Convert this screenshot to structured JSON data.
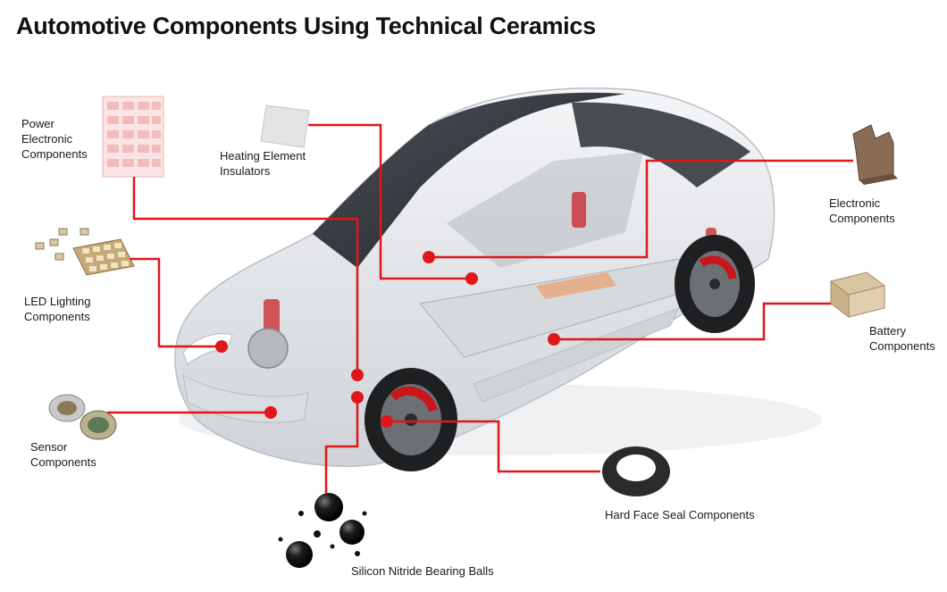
{
  "title": "Automotive Components Using Technical Ceramics",
  "colors": {
    "callout_line": "#e0161b",
    "car_body": "#e9ebee",
    "brake_caliper": "#c8151b",
    "glass": "#2e3338"
  },
  "components": [
    {
      "id": "power",
      "label": "Power\nElectronic\nComponents"
    },
    {
      "id": "heating",
      "label": "Heating Element\nInsulators"
    },
    {
      "id": "electronic",
      "label": "Electronic\nComponents"
    },
    {
      "id": "led",
      "label": "LED Lighting\nComponents"
    },
    {
      "id": "battery",
      "label": "Battery\nComponents"
    },
    {
      "id": "sensor",
      "label": "Sensor\nComponents"
    },
    {
      "id": "seal",
      "label": "Hard Face Seal Components"
    },
    {
      "id": "bearing",
      "label": "Silicon Nitride Bearing Balls"
    }
  ]
}
